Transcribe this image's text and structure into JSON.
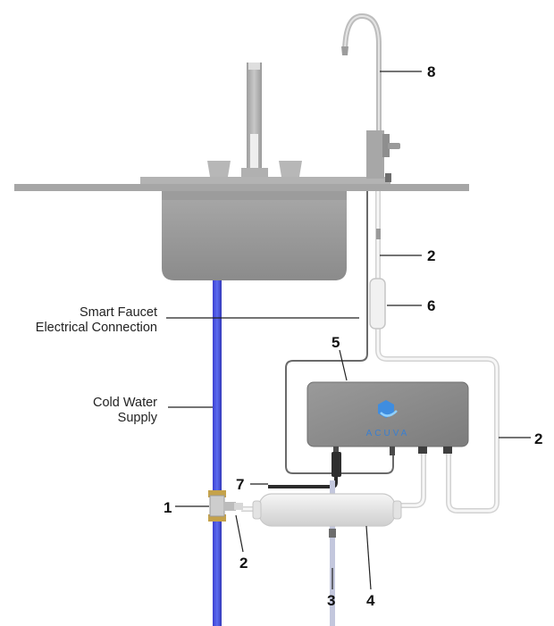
{
  "brand": {
    "logo_text": "ACUVA"
  },
  "captions": {
    "smart_faucet_line1": "Smart Faucet",
    "smart_faucet_line2": "Electrical Connection",
    "cold_water_line1": "Cold Water",
    "cold_water_line2": "Supply"
  },
  "callouts": {
    "faucet": "8",
    "tubing_top": "2",
    "connector": "6",
    "electrical": "5",
    "tubing_right": "2",
    "power": "7",
    "tee_valve": "1",
    "tubing_bottom": "2",
    "drain": "3",
    "filter": "4"
  }
}
